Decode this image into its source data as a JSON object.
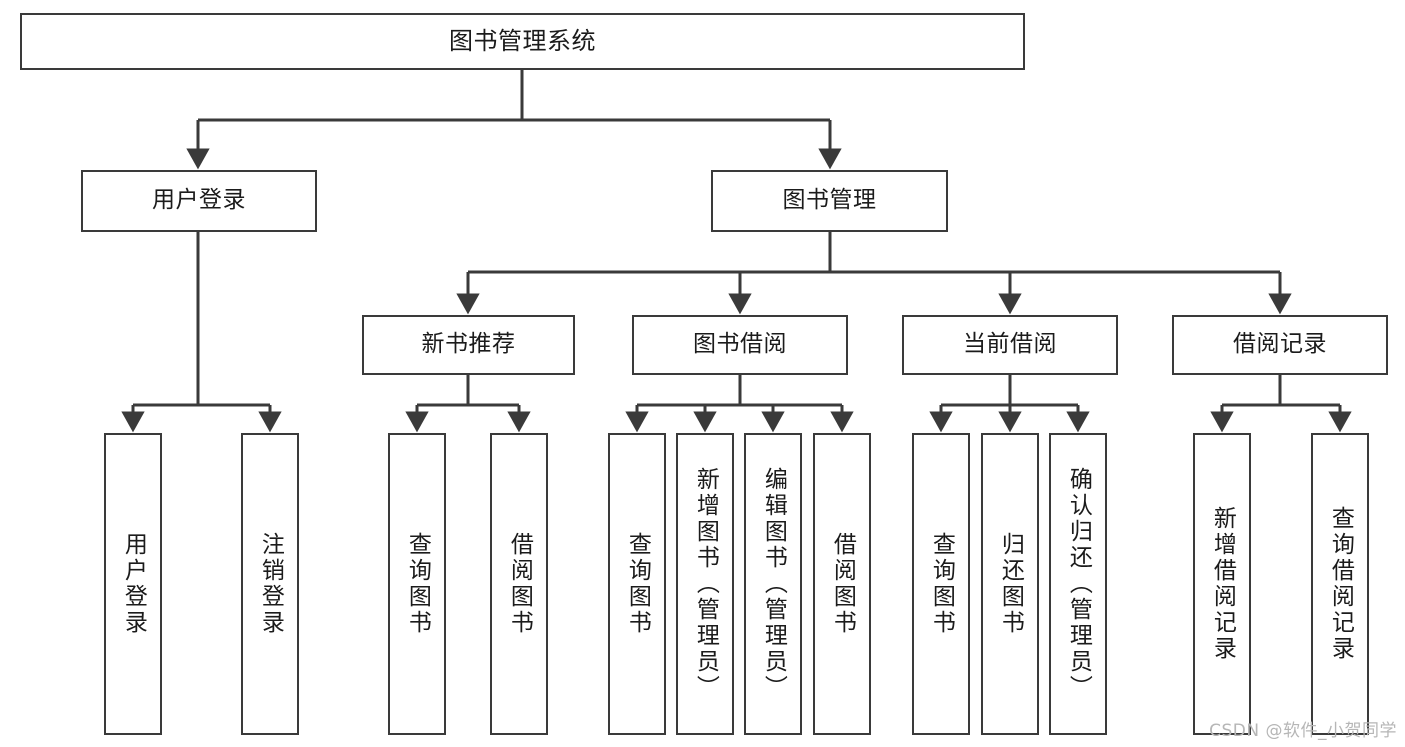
{
  "diagram": {
    "title": "图书管理系统",
    "type": "hierarchy-tree",
    "watermark": "CSDN @软件_小贺同学",
    "colors": {
      "border": "#3a3a3a",
      "background": "#ffffff",
      "text": "#1b1b1b",
      "watermark": "#b6b6b6"
    },
    "levels": {
      "root": {
        "label": "图书管理系统"
      },
      "level2": [
        {
          "label": "用户登录"
        },
        {
          "label": "图书管理"
        }
      ],
      "level3": [
        {
          "label": "新书推荐"
        },
        {
          "label": "图书借阅"
        },
        {
          "label": "当前借阅"
        },
        {
          "label": "借阅记录"
        }
      ],
      "leaves": {
        "user_login": [
          {
            "label": "用户登录"
          },
          {
            "label": "注销登录"
          }
        ],
        "new_book_recommend": [
          {
            "label": "查询图书"
          },
          {
            "label": "借阅图书"
          }
        ],
        "book_borrow": [
          {
            "label": "查询图书"
          },
          {
            "label": "新增图书（管理员）"
          },
          {
            "label": "编辑图书（管理员）"
          },
          {
            "label": "借阅图书"
          }
        ],
        "current_borrow": [
          {
            "label": "查询图书"
          },
          {
            "label": "归还图书"
          },
          {
            "label": "确认归还（管理员）"
          }
        ],
        "borrow_record": [
          {
            "label": "新增借阅记录"
          },
          {
            "label": "查询借阅记录"
          }
        ]
      }
    }
  }
}
